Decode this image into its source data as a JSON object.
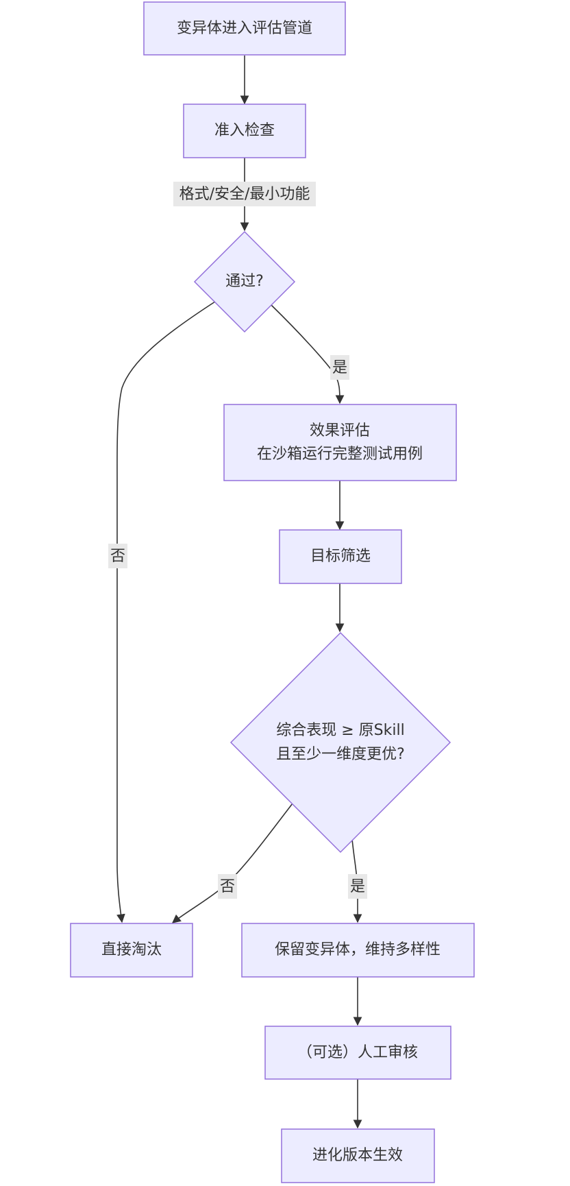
{
  "nodes": {
    "start": "变异体进入评估管道",
    "admission": "准入检查",
    "pass_check": "通过?",
    "effect_eval_title": "效果评估",
    "effect_eval_detail": "在沙箱运行完整测试用例",
    "target_filter": "目标筛选",
    "compare_line1": "综合表现 ≥ 原Skill",
    "compare_line2": "且至少一维度更优?",
    "eliminate": "直接淘汰",
    "keep": "保留变异体，维持多样性",
    "review": "（可选）人工审核",
    "effective": "进化版本生效"
  },
  "edges": {
    "admission_criteria": "格式/安全/最小功能",
    "pass_yes": "是",
    "pass_no": "否",
    "compare_no": "否",
    "compare_yes": "是"
  },
  "colors": {
    "node_fill": "#ececff",
    "node_stroke": "#9370db",
    "edge": "#333333",
    "label_bg": "#e8e8e8",
    "text": "#333333"
  }
}
